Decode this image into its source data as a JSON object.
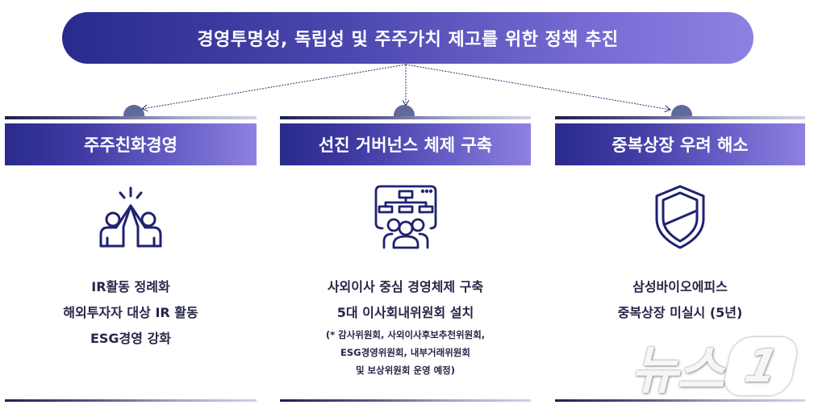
{
  "title": "경영투명성, 독립성 및 주주가치 제고를 위한 정책 추진",
  "colors": {
    "pill_start": "#2a2a8c",
    "pill_end": "#8d82e2",
    "dome": "#5f6a9c",
    "icon_stroke": "#1f2270",
    "text": "#262648"
  },
  "columns": [
    {
      "header": "주주친화경영",
      "icon": "high-five-icon",
      "lines": [
        "IR활동 정례화",
        "해외투자자 대상 IR 활동",
        "ESG경영 강화"
      ],
      "notes": []
    },
    {
      "header": "선진 거버넌스 체제 구축",
      "icon": "org-chart-people-icon",
      "lines": [
        "사외이사 중심 경영체제 구축",
        "5대 이사회내위원회 설치"
      ],
      "notes": [
        "(* 감사위원회, 사외이사후보추천위원회,",
        "ESG경영위원회, 내부거래위원회",
        "및 보상위원회 운영 예정)"
      ]
    },
    {
      "header": "중복상장 우려 해소",
      "icon": "shield-icon",
      "lines": [
        "삼성바이오에피스",
        "중복상장 미실시 (5년)"
      ],
      "notes": []
    }
  ],
  "watermark": {
    "text": "뉴스",
    "mark": "1"
  }
}
